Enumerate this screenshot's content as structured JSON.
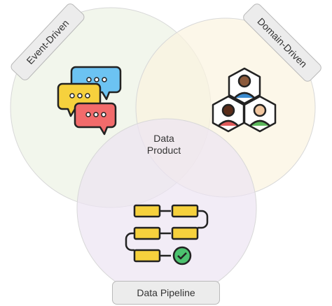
{
  "labels": {
    "event_driven": "Event-Driven",
    "domain_driven": "Domain-Driven",
    "data_pipeline": "Data Pipeline",
    "center_line1": "Data",
    "center_line2": "Product"
  },
  "circles": {
    "event_driven": {
      "fill": "#edf3e6",
      "stroke": "#dcdcdc",
      "icon": "chat-bubbles-icon"
    },
    "domain_driven": {
      "fill": "#fbf4e2",
      "stroke": "#dcdcdc",
      "icon": "team-hexagon-icon"
    },
    "data_pipeline": {
      "fill": "#efe9f4",
      "stroke": "#dcdcdc",
      "icon": "pipeline-flow-icon"
    }
  }
}
